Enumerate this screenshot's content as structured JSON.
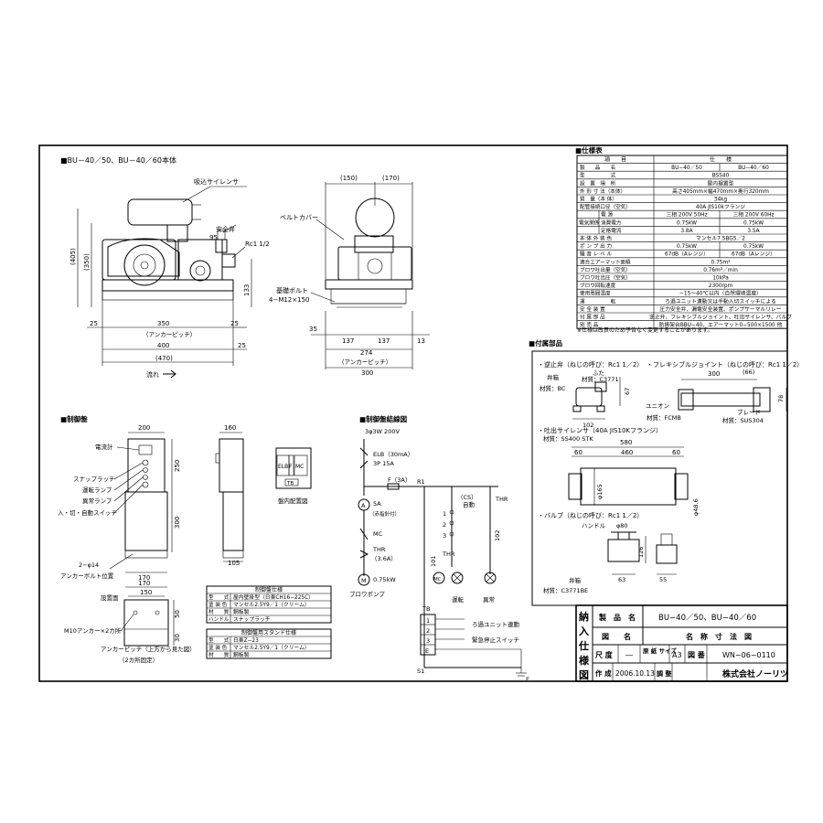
{
  "main_view": {
    "section_title": "■BU－40／50、BU－40／60本体",
    "labels": {
      "silencer": "吸込サイレンサ",
      "safety_valve": "安全弁",
      "rc": "Rc1 1/2",
      "belt_cover": "ベルトカバー",
      "foundation_bolt_1": "基礎ボルト",
      "foundation_bolt_2": "4−M12×150",
      "flow": "流れ"
    },
    "dims": {
      "d405": "(405)",
      "d350": "(350)",
      "d95": "95",
      "d133": "133",
      "d25a": "25",
      "d350b": "350",
      "d25b": "25",
      "anchor_pitch": "（アンカーピッチ）",
      "d400": "400",
      "d25c": "25",
      "d470": "(470)",
      "d150": "(150)",
      "d170": "(170)",
      "d35": "35",
      "d137a": "137",
      "d137b": "137",
      "d13": "13",
      "d274": "274",
      "anchor_pitch2": "（アンカーピッチ）",
      "d300": "300"
    }
  },
  "spec_table": {
    "title": "■仕様表",
    "head": [
      "項　　目",
      "仕　　様"
    ],
    "rows": [
      [
        "製　　品　　名",
        "BU−40／50",
        "BU−40／60"
      ],
      [
        "型　　　　　式",
        "BSS40",
        ""
      ],
      [
        "設　置　場　所",
        "屋内据置型",
        ""
      ],
      [
        "外 形 寸 法（本体）",
        "高さ405mm×幅470mm×奥行320mm",
        ""
      ],
      [
        "質　量（本 体）",
        "34kg",
        ""
      ],
      [
        "配管接続口径（空気）",
        "40A JIS10kフランジ",
        ""
      ],
      [
        "電 源",
        "三相 200V 50Hz",
        "三相 200V 60Hz"
      ],
      [
        "消費電力",
        "0.75kW",
        "0.75kW"
      ],
      [
        "定格電流",
        "3.8A",
        "3.5A"
      ],
      [
        "本 体 外 装 色",
        "マンセル7.5BG5／2",
        ""
      ],
      [
        "ポ ン プ 出 力",
        "0.75kW",
        "0.75kW"
      ],
      [
        "騒 音 レ ベ ル",
        "67dB（Aレンジ）",
        "67dB（Aレンジ）"
      ],
      [
        "適合エアーマット面積",
        "0.75m²",
        ""
      ],
      [
        "ブロワ吐出量（空気）",
        "0.76m³／min",
        ""
      ],
      [
        "ブロワ吐出圧（空気）",
        "10kPa",
        ""
      ],
      [
        "ブロワ回転速度",
        "2300rpm",
        ""
      ],
      [
        "使用周囲温度",
        "−15〜40℃以内（自然環境温度）",
        ""
      ],
      [
        "運　　　　　転",
        "ろ過ユニット連動又は手動入切スイッチによる",
        ""
      ],
      [
        "安 全 装 置",
        "圧力安全弁、漏電安全装置、ポンプサーマルリレー",
        ""
      ],
      [
        "付 属 部 品",
        "逆止弁、フレキシブルジョイント、吐出サイレンサ、バルブ",
        ""
      ],
      [
        "別 売 品",
        "防振架台BBU−40、エアーマット0−500×1500 他",
        ""
      ]
    ],
    "elec_label": "電気関係",
    "note": "※仕様は改良のため予告なく変更することがあります。"
  },
  "accessories": {
    "title": "■付属部品",
    "check_valve": "・逆止弁（ねじの呼び：Rc1 1／2）",
    "lid": "ふた",
    "valve_body": "弁箱",
    "material_bc": "材質：BC",
    "material_c3771": "材質：C3771",
    "d67": "67",
    "d102": "102",
    "flex_joint": "・フレキシブルジョイント（ねじの呼び：Rc1 1／2）",
    "d300": "300",
    "d66": "(66)",
    "d78": "78",
    "union": "ユニオン",
    "material_fcmb": "材質：FCMB",
    "braid": "ブレード",
    "material_sus": "材質：SUS304",
    "silencer": "・吐出サイレンサ（40A JIS10Kフランジ）",
    "material_ss": "材質：SS400 STK",
    "d580": "580",
    "d60a": "60",
    "d460": "460",
    "d60b": "60",
    "d165": "φ165",
    "d486": "φ48.6",
    "valve": "・バルブ（ねじの呼び：Rc1 1／2）",
    "handle": "ハンドル",
    "d80": "φ80",
    "d126": "126",
    "d63": "63",
    "d55": "55",
    "valve_box": "弁箱",
    "material_c3771be": "材質：C3771BE"
  },
  "control_panel": {
    "title": "■制御盤",
    "d200": "200",
    "d160": "160",
    "d250": "250",
    "d300": "300",
    "d170": "170",
    "d105": "105",
    "anchor_hole": "2−φ14",
    "anchor_pos": "アンカーボルト位置",
    "ammeter": "電流計",
    "snap_latch": "スナップラッチ",
    "run_lamp": "運転ランプ",
    "error_lamp": "異常ランプ",
    "switch": "入・切・自動スイッチ",
    "layout_label": "盤内配置図",
    "elb": "ELB",
    "mc": "MC",
    "f": "F",
    "tb": "TB",
    "stand_d170": "170",
    "stand_d150": "150",
    "stand_d50": "50",
    "stand_d30": "30",
    "stand_surface": "設置面",
    "m10": "M10アンカー×2カ所",
    "anchor_pitch_note": "アンカーピッチ（上方から見た図）",
    "two_places": "（2カ所固定）"
  },
  "panel_spec": {
    "title": "制御盤仕様",
    "rows": [
      [
        "型　　式",
        "屋内壁掛型（日東CH16−225C）"
      ],
      [
        "塗 装 色",
        "マンセル2.5Y9／1（クリーム）"
      ],
      [
        "材　　質",
        "鋼板製"
      ],
      [
        "ハンドル",
        "スナップラッチ"
      ]
    ]
  },
  "stand_spec": {
    "title": "制御盤用スタンド仕様",
    "rows": [
      [
        "型　　式",
        "日東Z−23"
      ],
      [
        "塗 装 色",
        "マンセル2.5Y9／1（クリーム）"
      ],
      [
        "材　　質",
        "鋼板製"
      ]
    ]
  },
  "wiring": {
    "title": "■制御盤結線図",
    "power": "3φ3W 200V",
    "elb": "ELB（30mA）",
    "elb2": "3P 15A",
    "fuse": "F（3A）",
    "r1": "R1",
    "s1": "S1",
    "ammeter": "5A",
    "ammeter2": "（赤指針付）",
    "mc": "MC",
    "thr": "THR",
    "thr2": "（3.6A）",
    "motor": "0.75kW",
    "blower_pump": "ブロワポンプ",
    "cs": "（CS）",
    "auto": "自動",
    "thr_contact": "THR",
    "num_102": "102",
    "num_101": "101",
    "num_1": "1",
    "num_2": "2",
    "num_3": "3",
    "thr_b": "THR",
    "mc_coil": "MC",
    "run": "運転",
    "error": "異常",
    "tb_title": "TB",
    "tb_rows": [
      "1",
      "2",
      "3",
      "E"
    ],
    "filter_link": "ろ過ユニット連動",
    "emergency": "緊急停止スイッチ",
    "earth": "E"
  },
  "title_block": {
    "side": [
      "納",
      "入",
      "仕",
      "様",
      "図"
    ],
    "product_label": "製　品　名",
    "product_value": "BU−40／50、BU−40／60",
    "drawing_label": "図　　名",
    "drawing_value": "名　称　寸　法　図",
    "scale_label": "尺 度",
    "scale_value": "―",
    "paper_label": "原 紙\nサイズ",
    "paper_value": "A3",
    "drawing_no_label": "図 番",
    "drawing_no_value": "WN−06−0110",
    "created_label": "作 成",
    "created_value": "2006.10.13",
    "adjust_label": "調 整",
    "company": "株式会社ノーリツ"
  }
}
